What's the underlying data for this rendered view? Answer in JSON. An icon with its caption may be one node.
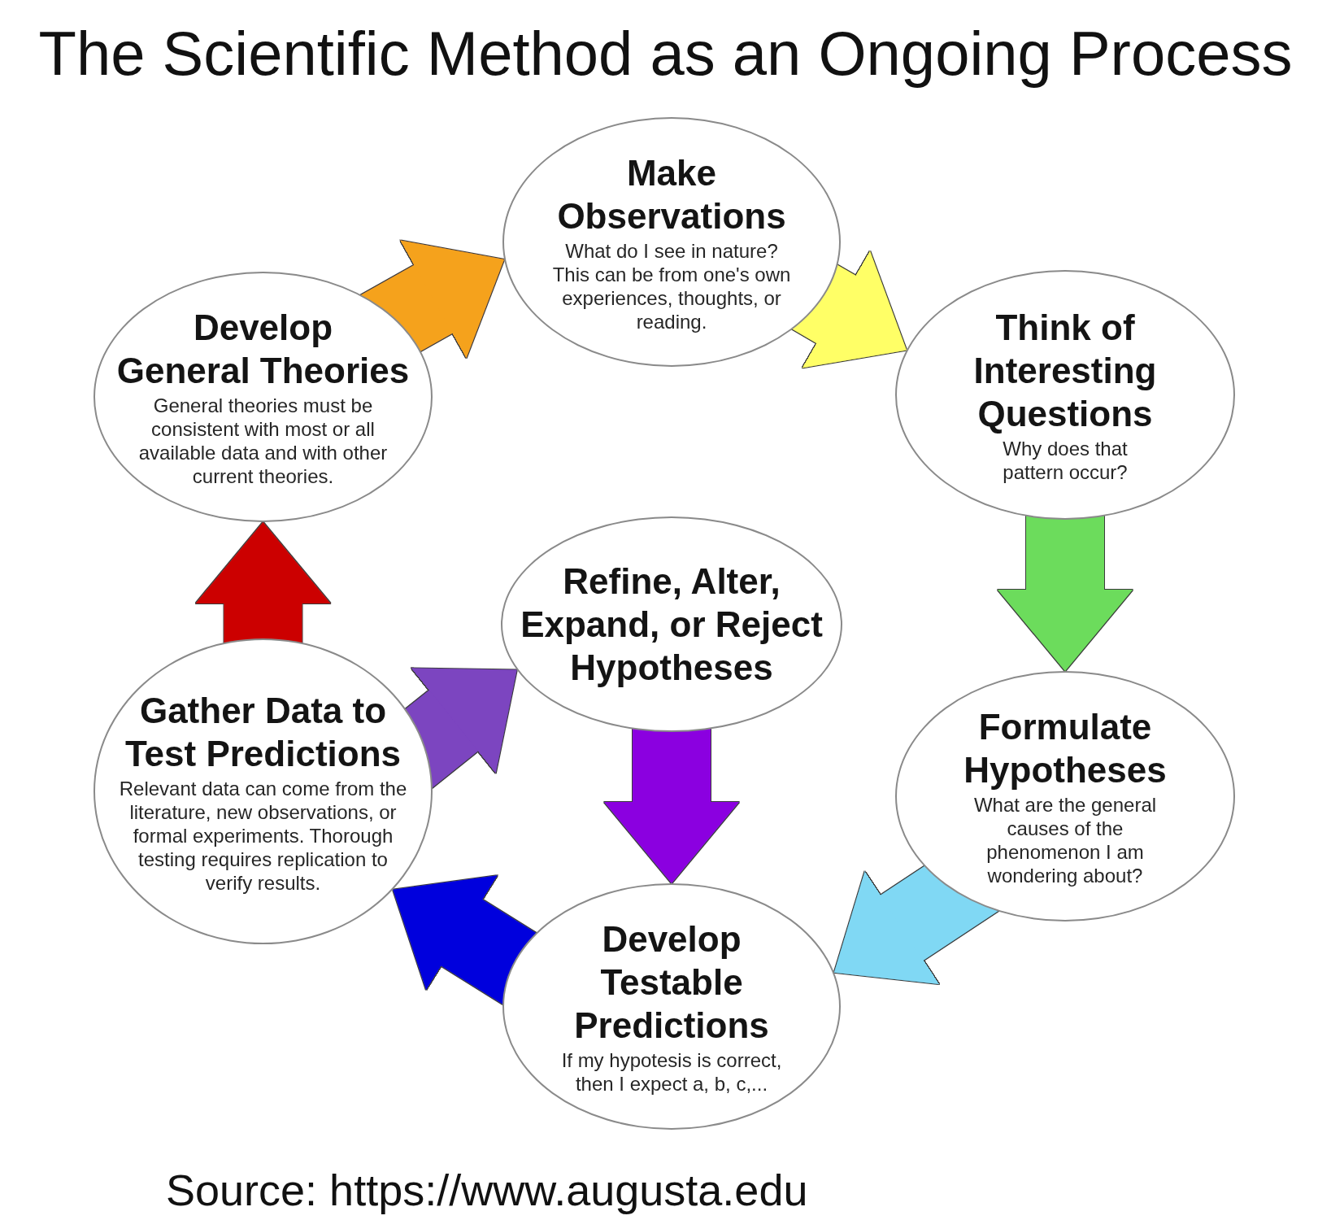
{
  "diagram": {
    "title": "The Scientific Method as an Ongoing Process",
    "nodes": [
      {
        "text": [
          "Make Observations",
          "What do I see in nature? This can be from one's own experiences, thoughts, or reading."
        ]
      },
      {
        "text": [
          "Develop General Theories",
          "General theories must be consistent with most or all available data and with other current theories."
        ]
      },
      {
        "text": [
          "Think of Interesting Questions",
          "Why does that pattern occur?"
        ]
      },
      {
        "text": [
          "Refine, Alter, Expand, or Reject Hypotheses"
        ]
      },
      {
        "text": [
          "Gather Data to Test Predictions",
          "Relevant data can come from the literature, new observations, or formal experiments. Thorough testing requires replication to verify results."
        ]
      },
      {
        "text": [
          "Formulate Hypotheses",
          "What are the general causes of the phenomenon I am wondering about?"
        ]
      },
      {
        "text": [
          "Develop Testable Predictions",
          "If my hypotesis is correct, then I expect a, b, c,..."
        ]
      }
    ],
    "edges": [
      {
        "from": 0,
        "to": 2,
        "arrow": "to",
        "color": "#ffff66"
      },
      {
        "from": 2,
        "to": 5,
        "arrow": "to",
        "color": "#6cdc5c"
      },
      {
        "from": 5,
        "to": 6,
        "arrow": "to",
        "color": "#80d8f4"
      },
      {
        "from": 6,
        "to": 4,
        "arrow": "to",
        "color": "#0000dd"
      },
      {
        "from": 4,
        "to": 1,
        "arrow": "to",
        "color": "#cc0000"
      },
      {
        "from": 1,
        "to": 0,
        "arrow": "to",
        "color": "#f5a21f"
      },
      {
        "from": 4,
        "to": 3,
        "arrow": "to",
        "color": "#7b44c0"
      },
      {
        "from": 3,
        "to": 6,
        "arrow": "to",
        "color": "#8b00e0"
      }
    ],
    "caption": "Source: https://www.augusta.edu"
  }
}
